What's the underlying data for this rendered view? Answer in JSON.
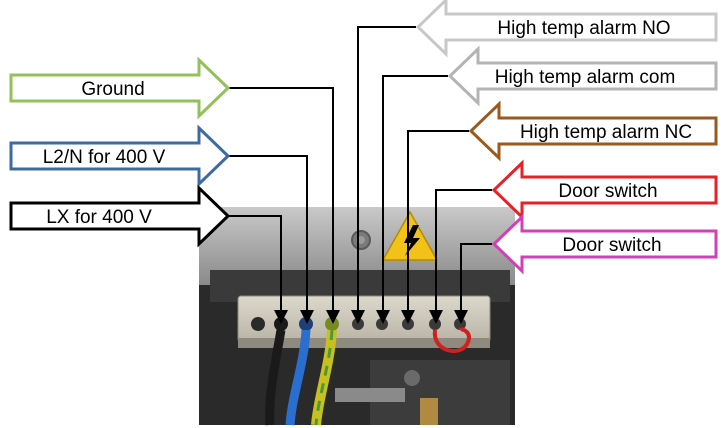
{
  "labels": {
    "ground": "Ground",
    "l2n": "L2/N for 400 V",
    "lx": "LX for 400 V",
    "alarm_no": "High temp alarm NO",
    "alarm_com": "High temp alarm com",
    "alarm_nc": "High temp alarm NC",
    "door1": "Door switch",
    "door2": "Door switch"
  },
  "colors": {
    "ground_arrow": "#92c05a",
    "l2n_arrow": "#3e6aa3",
    "lx_arrow": "#000000",
    "alarm_no_arrow": "#c8c8c8",
    "alarm_com_arrow": "#b4b4b4",
    "alarm_nc_arrow": "#9a5a1e",
    "door1_arrow": "#e8202a",
    "door2_arrow": "#d23fb8",
    "leader_line": "#000000",
    "wire_yellow_green": "#c8c020",
    "wire_blue": "#2a6ed0",
    "wire_black": "#1a1a1a",
    "wire_red": "#d02020"
  },
  "icons": {
    "warning": "high-voltage-warning-icon"
  }
}
